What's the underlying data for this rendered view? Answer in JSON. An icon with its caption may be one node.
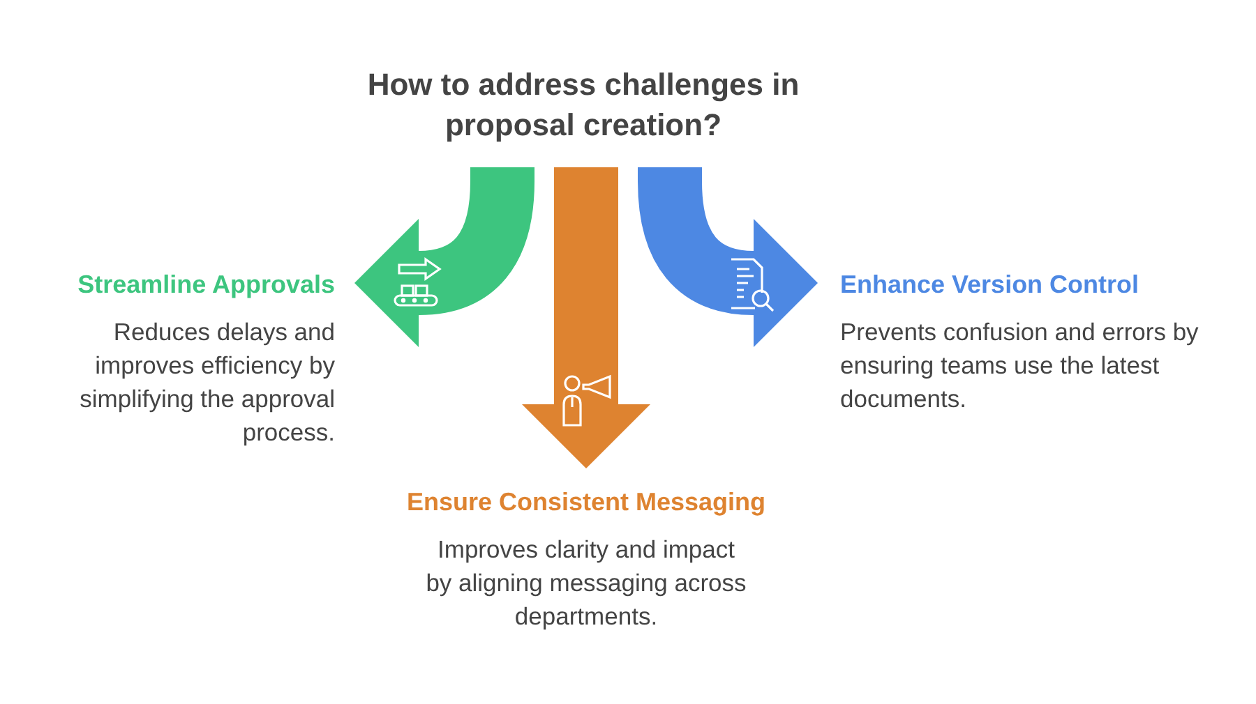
{
  "diagram": {
    "title": "How to address challenges in proposal creation?",
    "nodes": [
      {
        "text": [
          "Streamline Approvals",
          "Reduces delays and improves efficiency by simplifying the approval process."
        ]
      },
      {
        "text": [
          "Ensure Consistent Messaging",
          "Improves clarity and impact by aligning messaging across departments."
        ]
      },
      {
        "text": [
          "Enhance Version Control",
          "Prevents confusion and errors by ensuring teams use the latest documents."
        ]
      }
    ],
    "edges": [
      {
        "from": null,
        "to": 0,
        "arrow": "to",
        "color": "#3dc57f"
      },
      {
        "from": null,
        "to": 1,
        "arrow": "to",
        "color": "#de8330"
      },
      {
        "from": null,
        "to": 2,
        "arrow": "to",
        "color": "#4d88e3"
      }
    ]
  }
}
